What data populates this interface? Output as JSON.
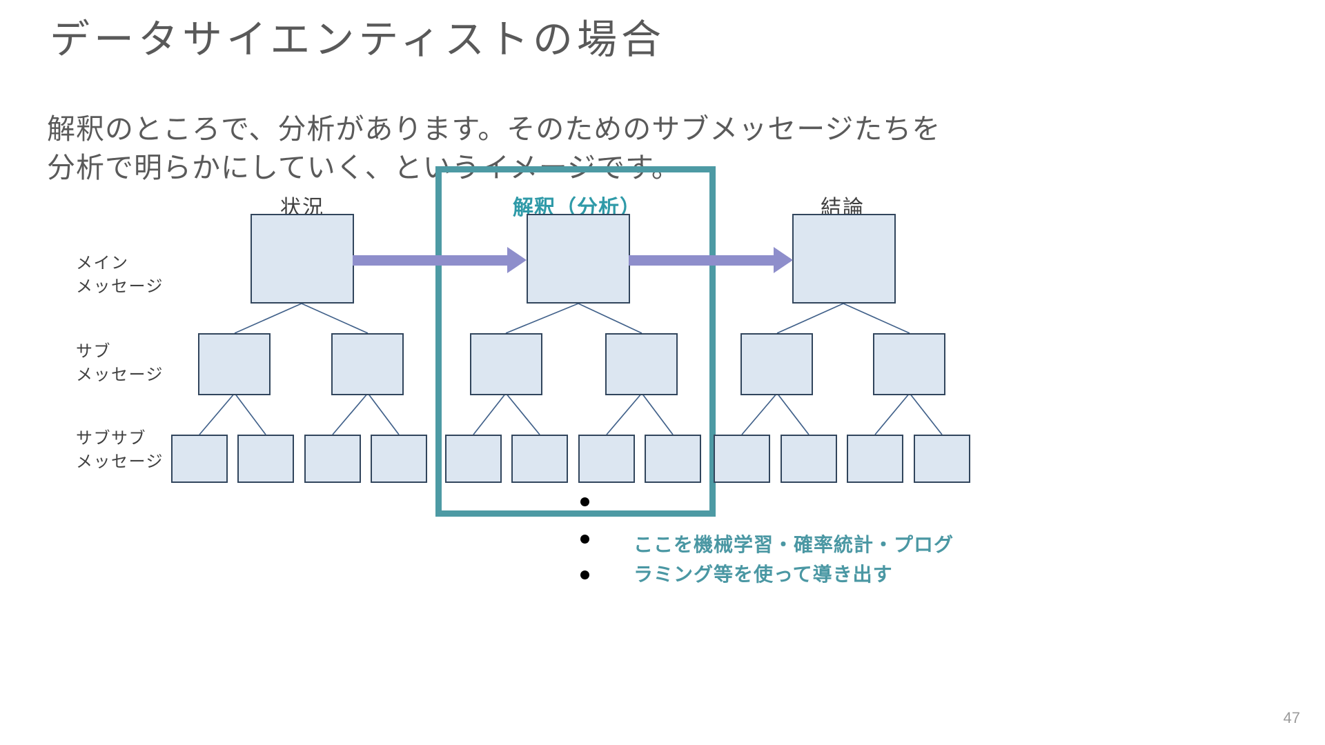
{
  "slide": {
    "title": "データサイエンティストの場合",
    "body_lines": [
      "解釈のところで、分析があります。そのためのサブメッセージたちを",
      "分析で明らかにしていく、というイメージです。"
    ],
    "page_number": "47"
  },
  "diagram": {
    "column_headers": [
      {
        "label": "状況",
        "accent": false
      },
      {
        "label": "解釈（分析）",
        "accent": true
      },
      {
        "label": "結論",
        "accent": false
      }
    ],
    "row_labels": [
      {
        "line1": "メイン",
        "line2": "メッセージ"
      },
      {
        "line1": "サブ",
        "line2": "メッセージ"
      },
      {
        "line1": "サブサブ",
        "line2": "メッセージ"
      }
    ],
    "annotation_lines": [
      "ここを機械学習・確率統計・プログ",
      "ラミング等を使って導き出す"
    ]
  },
  "colors": {
    "node_fill": "#dce6f1",
    "node_border": "#31455c",
    "highlight": "#4d9aa4",
    "arrow": "#8e8ecb",
    "accent_text": "#4a97a3",
    "title_text": "#595959",
    "body_text": "#5a5a5a",
    "link_line": "#41618a",
    "page_number_text": "#9b9b9b"
  }
}
